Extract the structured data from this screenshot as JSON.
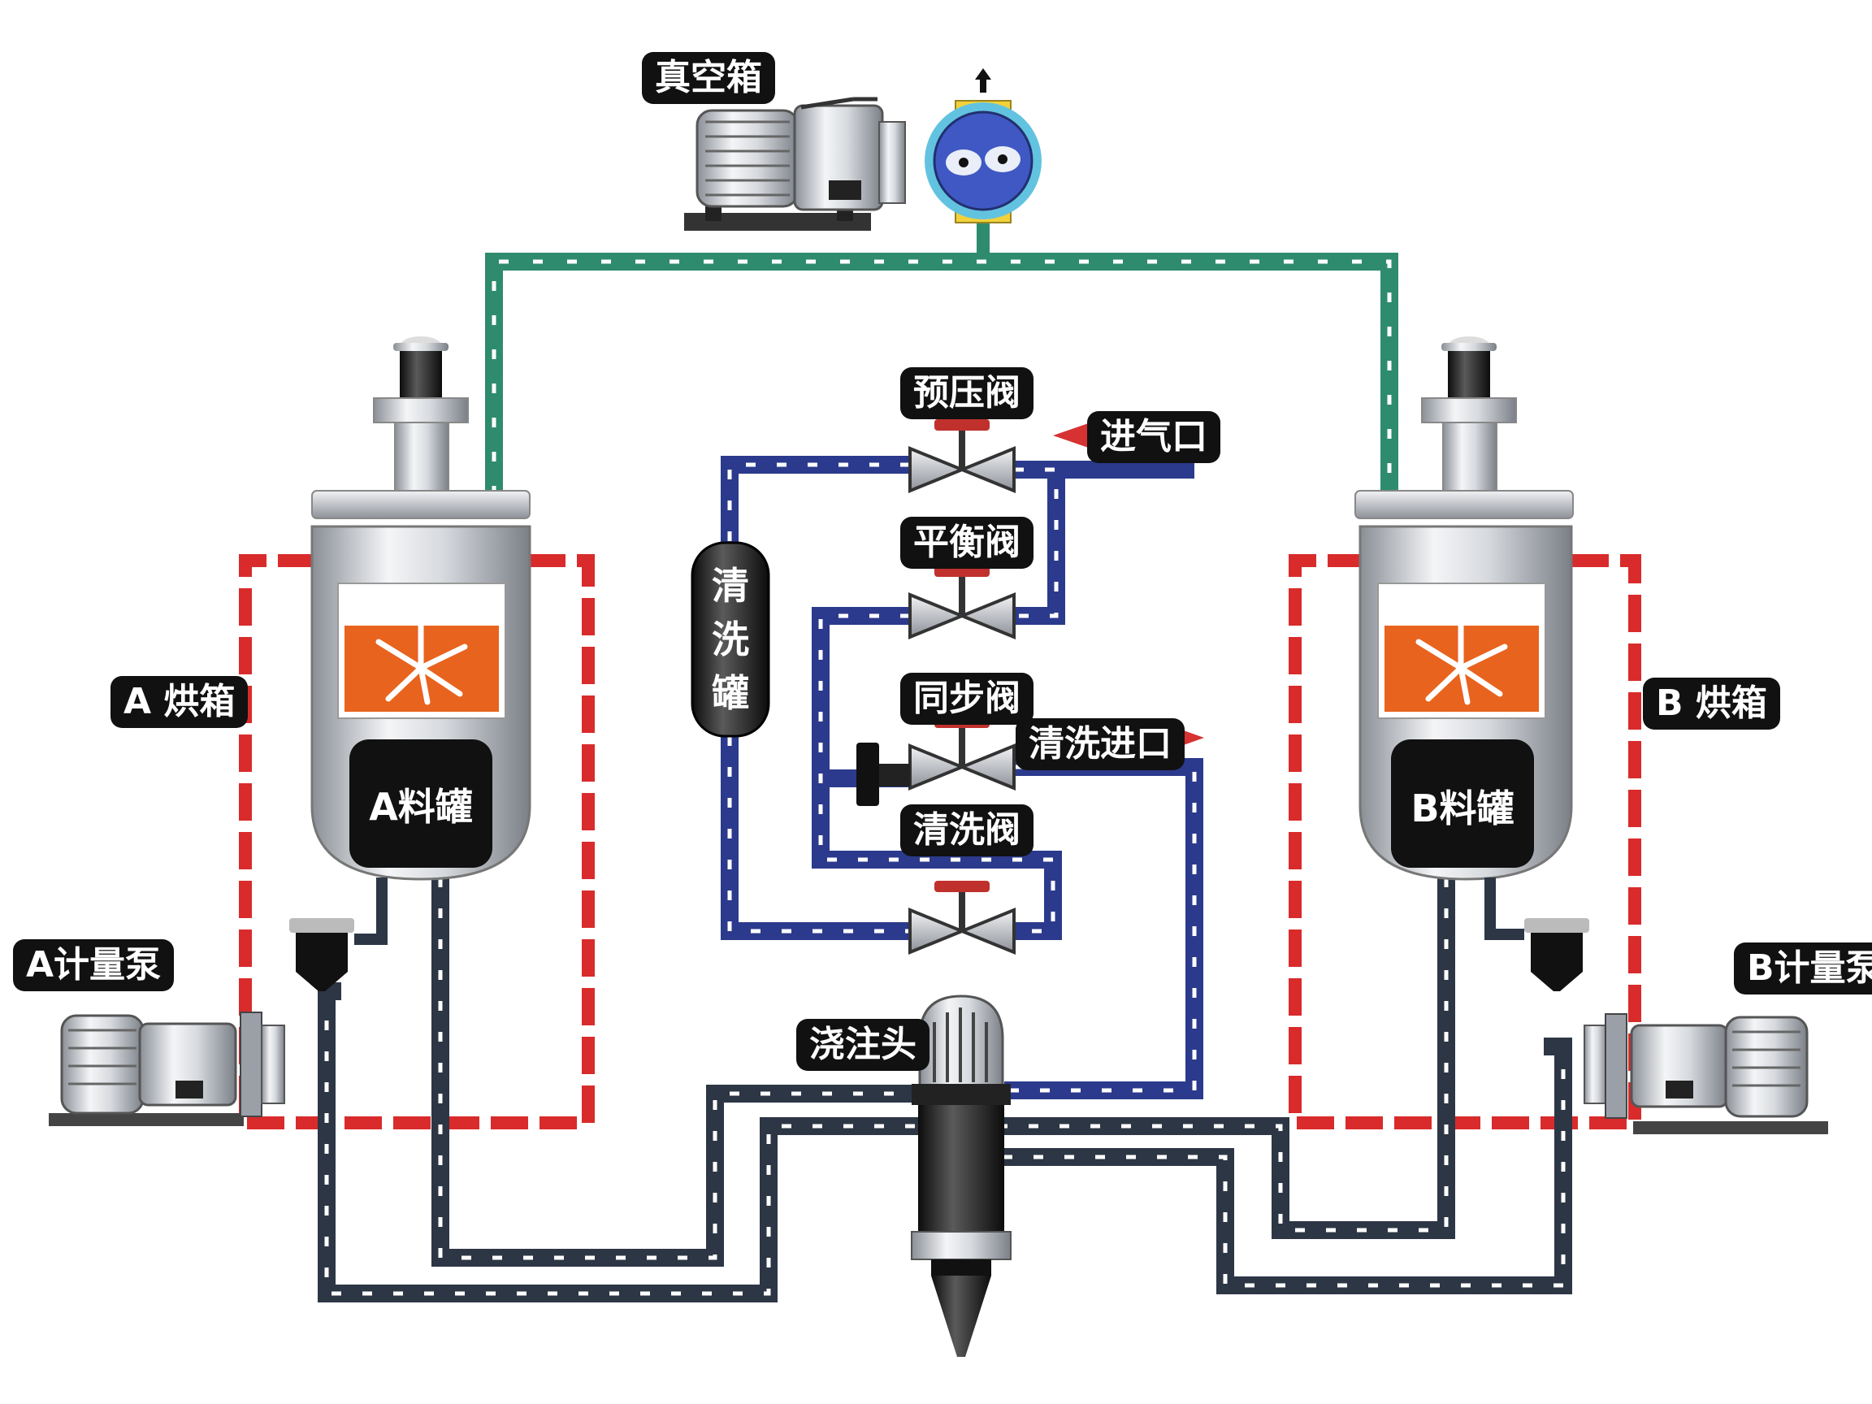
{
  "labels": {
    "vacuum_box": "真空箱",
    "precompress_valve": "预压阀",
    "air_inlet": "进气口",
    "balance_valve": "平衡阀",
    "sync_valve": "同步阀",
    "flush_inlet": "清洗进口",
    "wash_valve": "清洗阀",
    "pour_head": "浇注头",
    "oven_a": "A 烘箱",
    "oven_b": "B 烘箱",
    "tank_a": "A料罐",
    "tank_b": "B料罐",
    "pump_a": "A计量泵",
    "pump_b": "B计量泵",
    "wash_tank": "清洗罐"
  },
  "colors": {
    "vacuum_line": "#2e8b6e",
    "wash_line": "#2b3a8c",
    "oven_line": "#d92b2b",
    "material_line": "#2c3645",
    "heater_window": "#e8631e",
    "label_bg": "#111111",
    "pump_rotor": "#3f58c4",
    "pump_port": "#f2d13b"
  }
}
